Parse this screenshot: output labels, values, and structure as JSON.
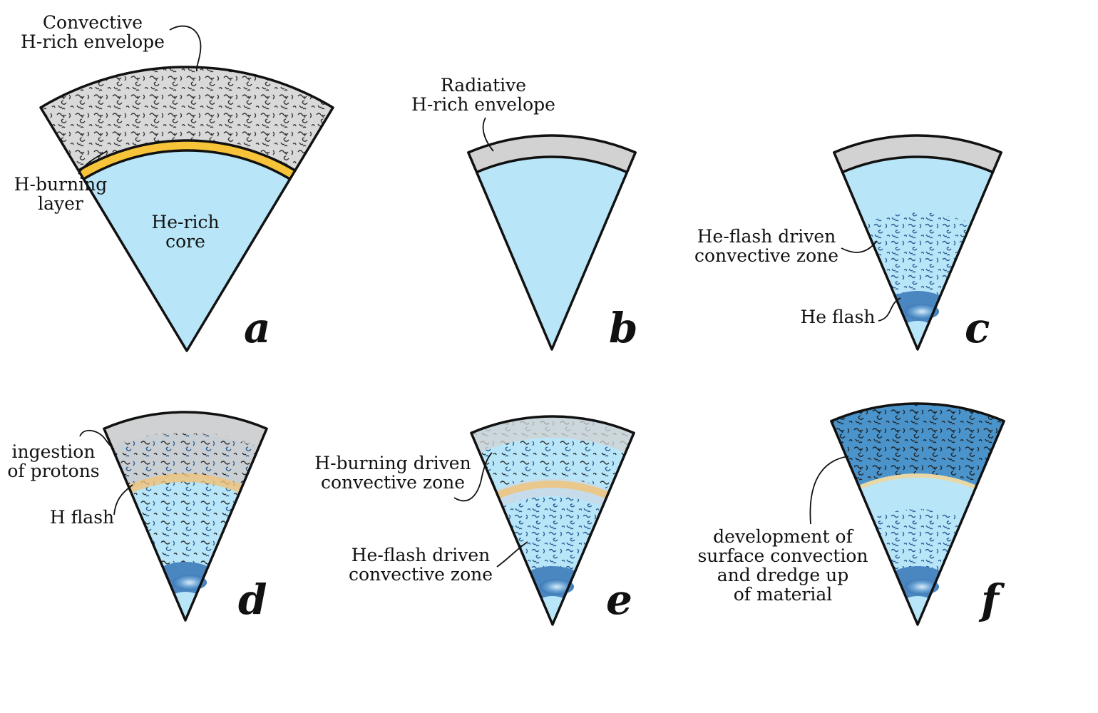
{
  "colors": {
    "core": "#b8e6f8",
    "envelope_gray": "#d2d2d2",
    "h_burning": "#f7c439",
    "h_burning_faint": "#f0c37a",
    "he_convection": "#1e4f8a",
    "envelope_convection": "#1a1a1a",
    "flash": "#4a86c0",
    "dredge_up": "#4a94cb",
    "outline": "#111111"
  },
  "panels": [
    {
      "id": "a",
      "letter": "a",
      "labels": {
        "envelope": [
          "Convective",
          "H-rich envelope"
        ],
        "burning": [
          "H-burning",
          "layer"
        ],
        "core": [
          "He-rich",
          "core"
        ]
      }
    },
    {
      "id": "b",
      "letter": "b",
      "labels": {
        "envelope": [
          "Radiative",
          "H-rich envelope"
        ]
      }
    },
    {
      "id": "c",
      "letter": "c",
      "labels": {
        "convection": [
          "He-flash driven",
          "convective zone"
        ],
        "flash": [
          "He flash"
        ]
      }
    },
    {
      "id": "d",
      "letter": "d",
      "labels": {
        "ingestion": [
          "ingestion",
          "of protons"
        ],
        "flash": [
          "H flash"
        ]
      }
    },
    {
      "id": "e",
      "letter": "e",
      "labels": {
        "h_zone": [
          "H-burning driven",
          "convective zone"
        ],
        "he_zone": [
          "He-flash driven",
          "convective zone"
        ]
      }
    },
    {
      "id": "f",
      "letter": "f",
      "labels": {
        "dredge": [
          "development of",
          "surface convection",
          "and dredge up",
          "of material"
        ]
      }
    }
  ]
}
